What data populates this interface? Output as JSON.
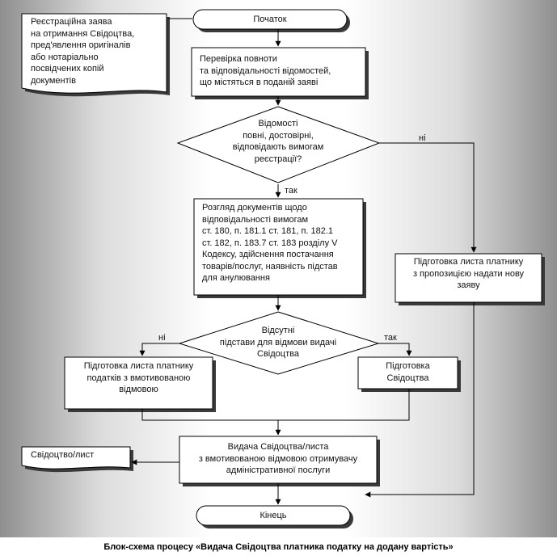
{
  "nodes": {
    "document_note": "Реєстраційна заява\nна отримання Свідоцтва,\nпред'явлення оригіналів\nабо нотаріально\nпосвідчених копій\nдокументів",
    "start": "Початок",
    "check": "Перевірка повноти\nта відповідальності відомостей,\nщо містяться в поданій заяві",
    "decision1": "Відомості\nповні, достовірні,\nвідповідають вимогам\nреєстрації?",
    "review": "Розгляд документів щодо\nвідповідальності вимогам\nст. 180, п. 181.1 ст. 181, п. 182.1\nст. 182, п. 183.7 ст. 183 розділу V\nКодексу, здійснення постачання\nтоварів/послуг, наявність підстав\nдля анулювання",
    "new_application": "Підготовка листа платнику\nз пропозицією надати нову\nзаяву",
    "decision2": "Відсутні\nпідстави для відмови видачі\nСвідоцтва",
    "refusal_letter": "Підготовка листа платнику\nподатків з вмотивованою\nвідмовою",
    "prepare_certificate": "Підготовка\nСвідоцтва",
    "issue": "Видача Свідоцтва/листа\nз вмотивованою відмовою отримувачу\nадміністративної послуги",
    "output_doc": "Свідоцтво/лист",
    "end": "Кінець"
  },
  "edge_labels": {
    "d1_no": "ні",
    "d1_yes": "так",
    "d2_no": "ні",
    "d2_yes": "так"
  },
  "caption": "Блок-схема процесу «Видача Свідоцтва платника податку на додану вартість»"
}
